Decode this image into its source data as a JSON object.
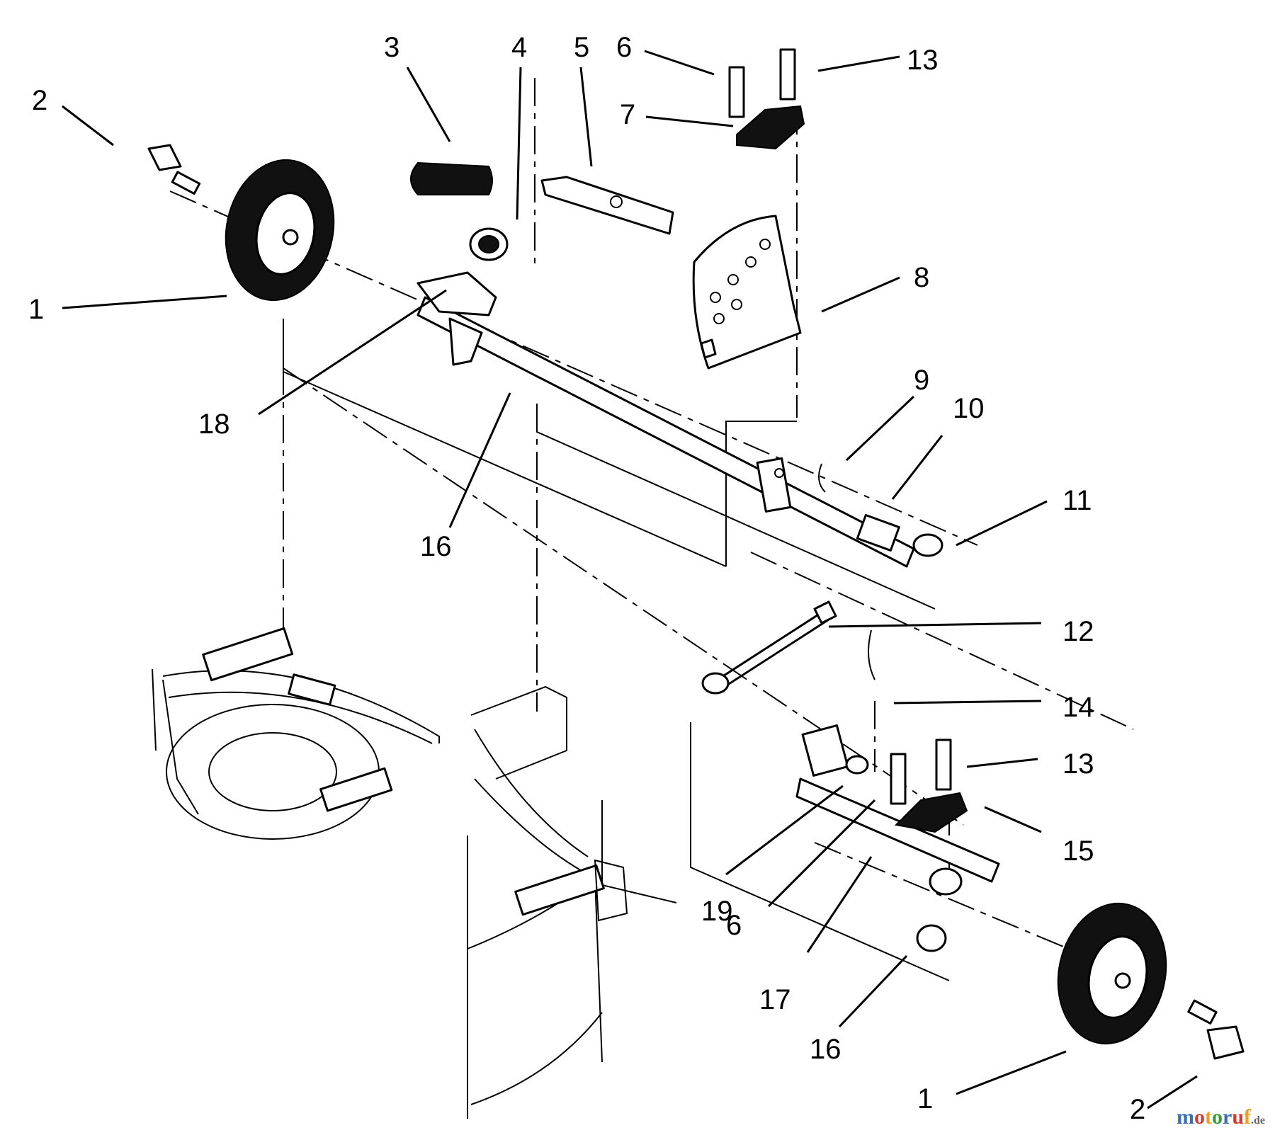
{
  "callouts": [
    {
      "id": "c1a",
      "label": "1"
    },
    {
      "id": "c1b",
      "label": "1"
    },
    {
      "id": "c2a",
      "label": "2"
    },
    {
      "id": "c2b",
      "label": "2"
    },
    {
      "id": "c3",
      "label": "3"
    },
    {
      "id": "c4",
      "label": "4"
    },
    {
      "id": "c5",
      "label": "5"
    },
    {
      "id": "c6a",
      "label": "6"
    },
    {
      "id": "c6b",
      "label": "6"
    },
    {
      "id": "c7",
      "label": "7"
    },
    {
      "id": "c8",
      "label": "8"
    },
    {
      "id": "c9",
      "label": "9"
    },
    {
      "id": "c10",
      "label": "10"
    },
    {
      "id": "c11",
      "label": "11"
    },
    {
      "id": "c12",
      "label": "12"
    },
    {
      "id": "c13a",
      "label": "13"
    },
    {
      "id": "c13b",
      "label": "13"
    },
    {
      "id": "c14",
      "label": "14"
    },
    {
      "id": "c15",
      "label": "15"
    },
    {
      "id": "c16a",
      "label": "16"
    },
    {
      "id": "c16b",
      "label": "16"
    },
    {
      "id": "c17",
      "label": "17"
    },
    {
      "id": "c18",
      "label": "18"
    },
    {
      "id": "c19",
      "label": "19"
    }
  ],
  "watermark": {
    "text": "motoruf",
    "tld": ".de"
  }
}
